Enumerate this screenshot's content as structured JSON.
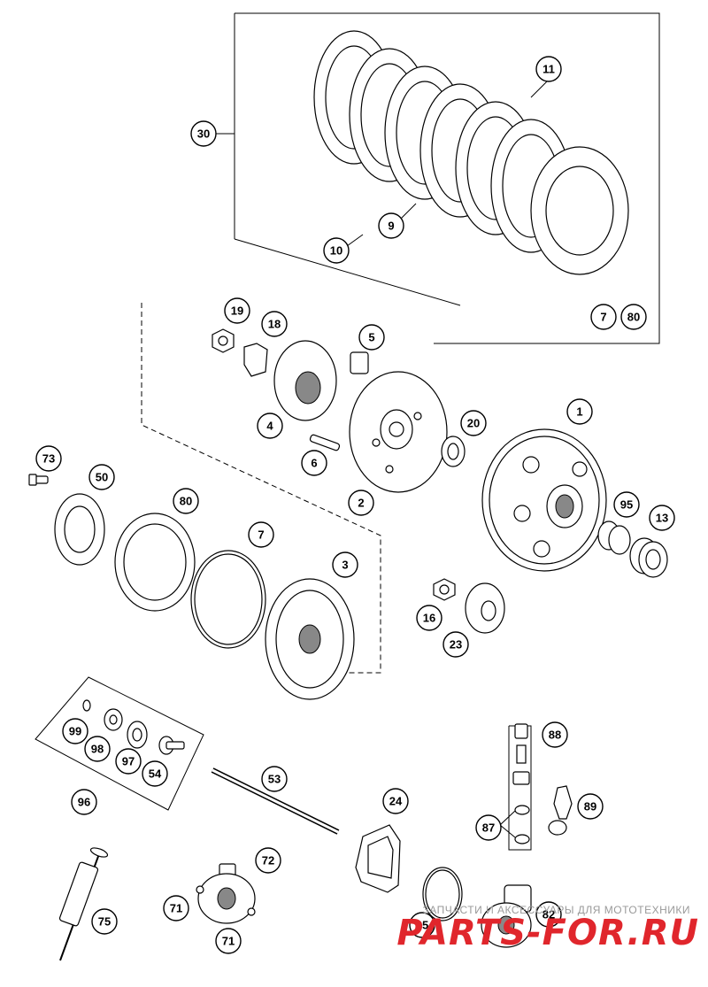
{
  "diagram": {
    "callouts": [
      "30",
      "11",
      "9",
      "10",
      "7",
      "80",
      "19",
      "18",
      "5",
      "4",
      "6",
      "2",
      "20",
      "1",
      "95",
      "13",
      "73",
      "50",
      "80",
      "7",
      "3",
      "16",
      "23",
      "99",
      "98",
      "97",
      "54",
      "96",
      "53",
      "24",
      "88",
      "89",
      "87",
      "72",
      "71",
      "71",
      "75",
      "25",
      "82"
    ]
  },
  "watermark": {
    "caption": "ЗАПЧАСТИ И АКСЕССУАРЫ ДЛЯ МОТОТЕХНИКИ",
    "logo": "PARTS-FOR.RU"
  }
}
